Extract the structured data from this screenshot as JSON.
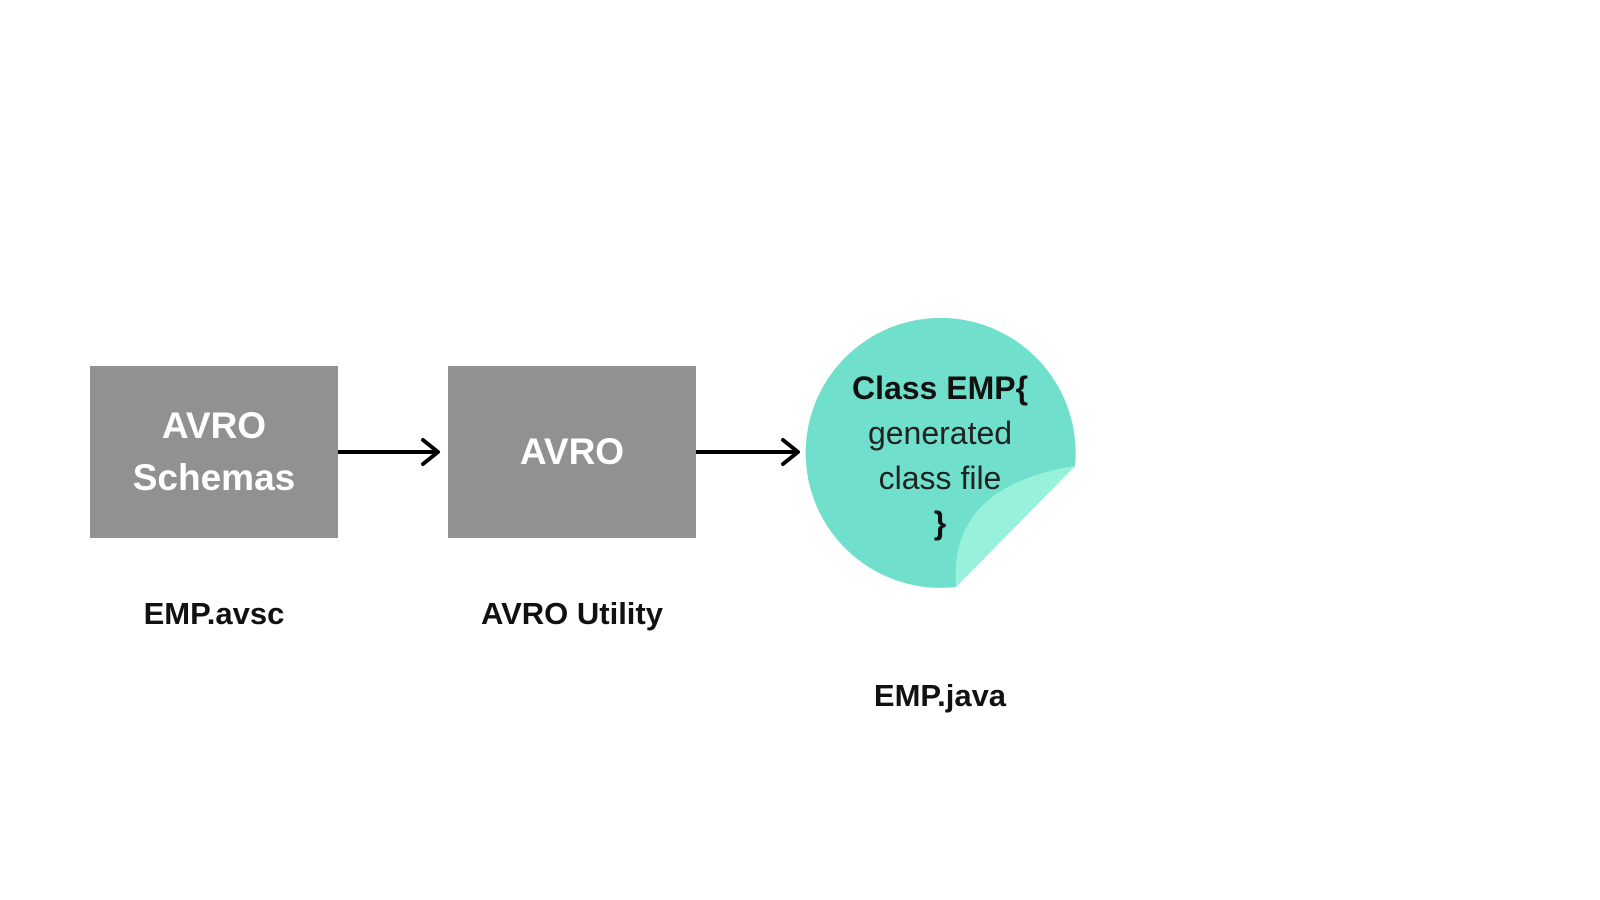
{
  "diagram": {
    "boxes": [
      {
        "lines": [
          "AVRO",
          "Schemas"
        ],
        "caption": "EMP.avsc"
      },
      {
        "lines": [
          "AVRO"
        ],
        "caption": "AVRO Utility"
      }
    ],
    "output": {
      "lines": [
        "Class EMP{",
        "generated",
        "class file",
        "}"
      ],
      "caption": "EMP.java"
    },
    "colors": {
      "box": "#919191",
      "box_text": "#ffffff",
      "sticker": "#70e0cc",
      "sticker_curl": "#98f1da",
      "arrow": "#000000",
      "caption_text": "#111111"
    }
  }
}
